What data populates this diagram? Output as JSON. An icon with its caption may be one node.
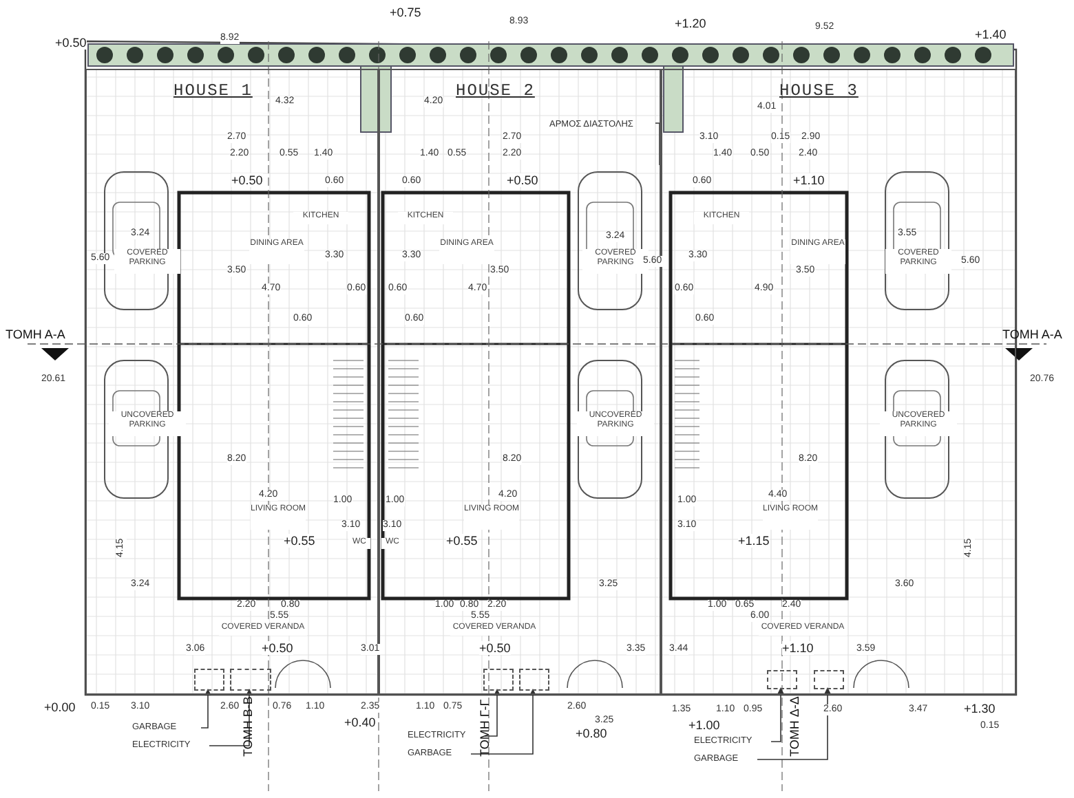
{
  "diagram": {
    "nodes": [
      {
        "text": [
          "HOUSE 1"
        ]
      },
      {
        "text": [
          "KITCHEN"
        ],
        "in": 0
      },
      {
        "text": [
          "DINING AREA"
        ],
        "in": 0
      },
      {
        "text": [
          "COVERED PARKING"
        ],
        "in": 0
      },
      {
        "text": [
          "UNCOVERED PARKING"
        ],
        "in": 0
      },
      {
        "text": [
          "LIVING ROOM"
        ],
        "in": 0
      },
      {
        "text": [
          "WC"
        ],
        "in": 0
      },
      {
        "text": [
          "COVERED VERANDA"
        ],
        "in": 0
      },
      {
        "text": [],
        "shape": "box",
        "in": 0
      },
      {
        "text": [],
        "shape": "box",
        "in": 0
      },
      {
        "text": [
          "GARBAGE"
        ]
      },
      {
        "text": [
          "ELECTRICITY"
        ]
      },
      {
        "text": [
          "HOUSE 2"
        ]
      },
      {
        "text": [
          "ΑΡΜΟΣ ΔΙΑΣΤΟΛΗΣ"
        ],
        "in": 12
      },
      {
        "text": [
          "KITCHEN"
        ],
        "in": 12
      },
      {
        "text": [
          "DINING AREA"
        ],
        "in": 12
      },
      {
        "text": [
          "COVERED PARKING"
        ],
        "in": 12
      },
      {
        "text": [
          "UNCOVERED PARKING"
        ],
        "in": 12
      },
      {
        "text": [
          "LIVING ROOM"
        ],
        "in": 12
      },
      {
        "text": [
          "WC"
        ],
        "in": 12
      },
      {
        "text": [
          "COVERED VERANDA"
        ],
        "in": 12
      },
      {
        "text": [],
        "shape": "box",
        "in": 12
      },
      {
        "text": [],
        "shape": "box",
        "in": 12
      },
      {
        "text": [
          "ELECTRICITY"
        ]
      },
      {
        "text": [
          "GARBAGE"
        ]
      },
      {
        "text": [
          "HOUSE 3"
        ]
      },
      {
        "text": [
          "KITCHEN"
        ],
        "in": 25
      },
      {
        "text": [
          "DINING AREA"
        ],
        "in": 25
      },
      {
        "text": [
          "COVERED PARKING"
        ],
        "in": 25
      },
      {
        "text": [
          "UNCOVERED PARKING"
        ],
        "in": 25
      },
      {
        "text": [
          "LIVING ROOM"
        ],
        "in": 25
      },
      {
        "text": [
          "COVERED VERANDA"
        ],
        "in": 25
      },
      {
        "text": [],
        "shape": "box",
        "in": 25
      },
      {
        "text": [],
        "shape": "box",
        "in": 25
      },
      {
        "text": [
          "ELECTRICITY"
        ]
      },
      {
        "text": [
          "GARBAGE"
        ]
      }
    ],
    "edges": [
      {
        "from": 10,
        "to": 8,
        "arrow": "to"
      },
      {
        "from": 11,
        "to": 9,
        "arrow": "to"
      },
      {
        "from": 13,
        "to": null,
        "arrow": "none"
      },
      {
        "from": 23,
        "to": 21,
        "arrow": "to"
      },
      {
        "from": 24,
        "to": 22,
        "arrow": "to"
      },
      {
        "from": 34,
        "to": 32,
        "arrow": "to"
      },
      {
        "from": 35,
        "to": 33,
        "arrow": "to"
      }
    ],
    "labels": [
      "+0.50",
      "8.92",
      "+0.75",
      "8.93",
      "+1.20",
      "9.52",
      "+1.40",
      "4.32",
      "2.70",
      "2.20",
      "0.55",
      "1.40",
      "4.20",
      "2.70",
      "1.40",
      "0.55",
      "2.20",
      "4.01",
      "3.10",
      "0.15",
      "2.90",
      "1.40",
      "0.50",
      "2.40",
      "+0.50",
      "0.60",
      "0.60",
      "+0.50",
      "0.60",
      "+1.10",
      "3.24",
      "5.60",
      "3.30",
      "3.30",
      "3.24",
      "5.60",
      "3.30",
      "3.55",
      "5.60",
      "3.50",
      "3.50",
      "3.50",
      "4.70",
      "0.60",
      "0.60",
      "4.70",
      "0.60",
      "4.90",
      "0.60",
      "0.60",
      "0.60",
      "TOMH A-A",
      "TOMH A-A",
      "20.61",
      "20.76",
      "8.20",
      "8.20",
      "8.20",
      "4.20",
      "4.20",
      "4.40",
      "1.00",
      "1.00",
      "1.00",
      "3.10",
      "3.10",
      "3.10",
      "+0.55",
      "+0.55",
      "+1.15",
      "4.15",
      "4.15",
      "3.24",
      "3.25",
      "3.60",
      "2.20",
      "0.80",
      "1.00",
      "0.80",
      "2.20",
      "1.00",
      "5.55",
      "5.55",
      "6.00",
      "3.06",
      "+0.50",
      "3.01",
      "+0.50",
      "3.35",
      "3.44",
      "+1.10",
      "3.59",
      "+0.00",
      "3.10",
      "2.60",
      "0.76",
      "1.10",
      "2.35",
      "1.10",
      "0.75",
      "2.60",
      "+0.40",
      "3.25",
      "+0.80",
      "1.35",
      "1.10",
      "0.95",
      "+1.00",
      "2.60",
      "3.47",
      "+1.30",
      "0.15",
      "0.15",
      "TOMH B-B",
      "TOMH Γ-Γ",
      "TOMH Δ-Δ",
      "0.65",
      "2.40"
    ]
  }
}
